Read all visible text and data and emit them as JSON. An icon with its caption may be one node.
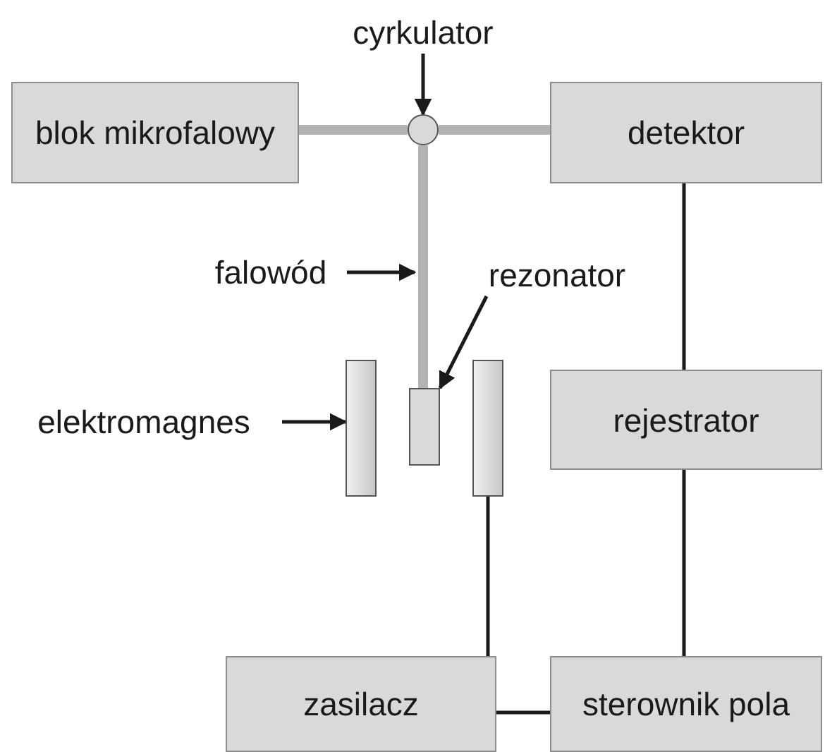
{
  "diagram": {
    "nodes": [
      {
        "text": [
          "cyrkulator"
        ]
      },
      {
        "text": [
          "blok mikrofalowy"
        ]
      },
      {
        "text": [],
        "shape": "circle"
      },
      {
        "text": [
          "detektor"
        ]
      },
      {
        "text": [
          "falowód"
        ]
      },
      {
        "text": [
          "rezonator"
        ]
      },
      {
        "text": [
          "elektromagnes"
        ]
      },
      {
        "text": [],
        "shape": "bar"
      },
      {
        "text": [],
        "shape": "box"
      },
      {
        "text": [],
        "shape": "bar"
      },
      {
        "text": [
          "rejestrator"
        ]
      },
      {
        "text": [
          "zasilacz"
        ]
      },
      {
        "text": [
          "sterownik pola"
        ]
      }
    ],
    "edges": [
      {
        "from": 0,
        "to": 2,
        "arrow": "to"
      },
      {
        "from": 1,
        "to": 2,
        "arrow": "none",
        "style": "thick",
        "color": "#b3b3b3"
      },
      {
        "from": 2,
        "to": 3,
        "arrow": "none",
        "style": "thick",
        "color": "#b3b3b3"
      },
      {
        "from": 2,
        "to": 8,
        "arrow": "none",
        "style": "thick",
        "color": "#b3b3b3"
      },
      {
        "from": 4,
        "to": null,
        "arrow": "to"
      },
      {
        "from": 5,
        "to": 8,
        "arrow": "to"
      },
      {
        "from": 6,
        "to": 7,
        "arrow": "to"
      },
      {
        "from": 3,
        "to": 10,
        "arrow": "none"
      },
      {
        "from": 10,
        "to": 12,
        "arrow": "none"
      },
      {
        "from": 9,
        "to": 11,
        "arrow": "none"
      },
      {
        "from": 11,
        "to": 12,
        "arrow": "none"
      }
    ]
  }
}
